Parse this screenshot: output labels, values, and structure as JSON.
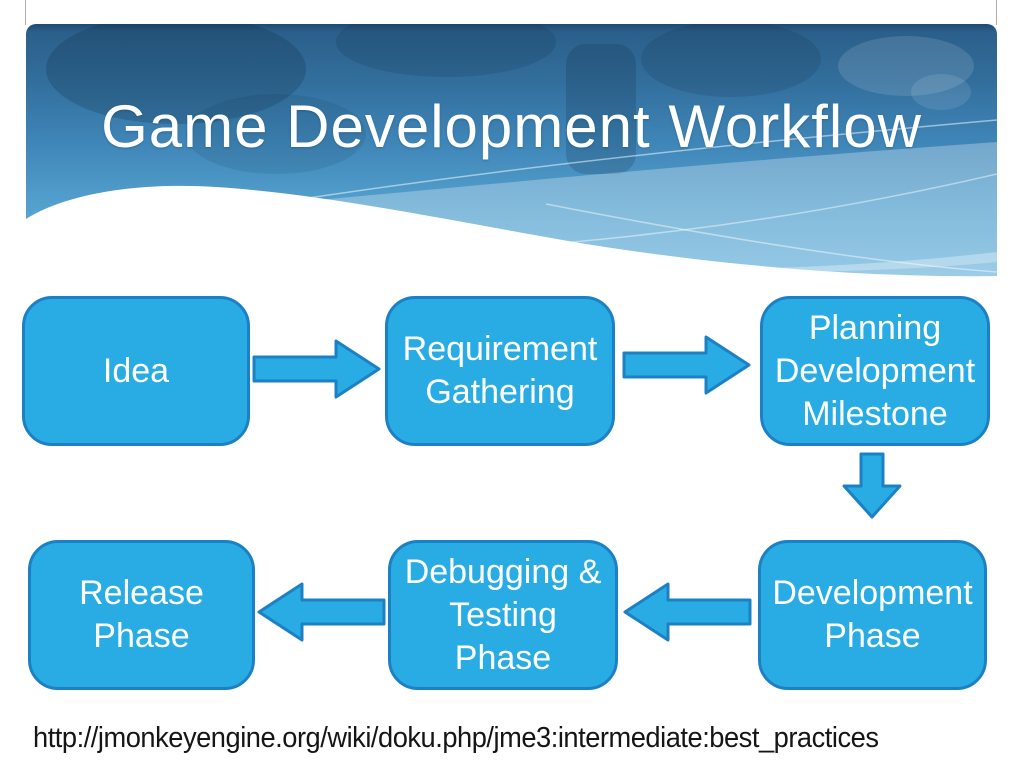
{
  "slide": {
    "title": "Game Development Workflow",
    "footer_url": "http://jmonkeyengine.org/wiki/doku.php/jme3:intermediate:best_practices",
    "colors": {
      "banner_top": "#2B5F8A",
      "banner_mid": "#3F86B8",
      "banner_bottom": "#6FB6DE",
      "box_fill": "#29ACE3",
      "box_border": "#1C80C4",
      "box_text": "#FFFFFF",
      "footer_text": "#151515"
    }
  },
  "flowchart": {
    "boxes": [
      {
        "id": "idea",
        "label": "Idea"
      },
      {
        "id": "requirement-gathering",
        "label": "Requirement\nGathering"
      },
      {
        "id": "planning-development-milestone",
        "label": "Planning\nDevelopment\nMilestone"
      },
      {
        "id": "development-phase",
        "label": "Development\nPhase"
      },
      {
        "id": "debugging-testing-phase",
        "label": "Debugging &\nTesting\nPhase"
      },
      {
        "id": "release-phase",
        "label": "Release\nPhase"
      }
    ],
    "arrows": [
      {
        "from": "idea",
        "to": "requirement-gathering",
        "direction": "right"
      },
      {
        "from": "requirement-gathering",
        "to": "planning-development-milestone",
        "direction": "right"
      },
      {
        "from": "planning-development-milestone",
        "to": "development-phase",
        "direction": "down"
      },
      {
        "from": "development-phase",
        "to": "debugging-testing-phase",
        "direction": "left"
      },
      {
        "from": "debugging-testing-phase",
        "to": "release-phase",
        "direction": "left"
      }
    ]
  }
}
